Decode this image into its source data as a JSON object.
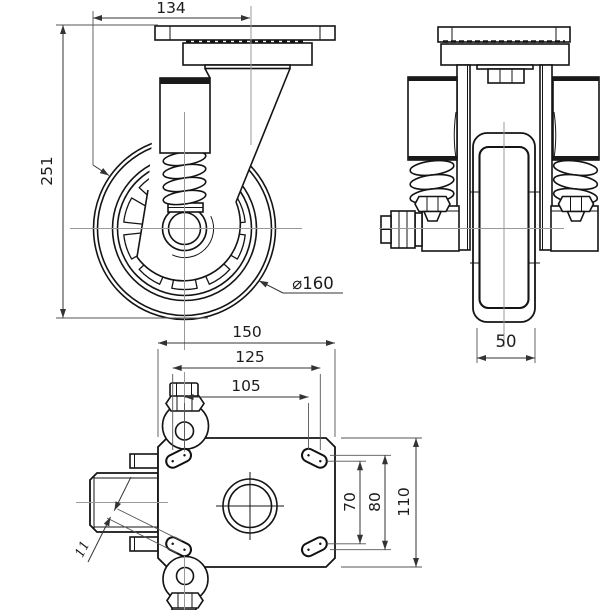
{
  "drawing": {
    "dims": {
      "side_width": "134",
      "side_height": "251",
      "wheel_diameter": "⌀160",
      "wheel_width": "50",
      "plate_width": "150",
      "bolt_spacing_wide": "125",
      "bolt_spacing_narrow": "105",
      "bolt_spacing_v_narrow": "70",
      "bolt_spacing_v_wide": "80",
      "plate_depth": "110",
      "slot_width": "11"
    },
    "colors": {
      "object_line": "#141414",
      "dimension_line": "#333333",
      "centerline": "#999999",
      "background": "#ffffff"
    }
  }
}
